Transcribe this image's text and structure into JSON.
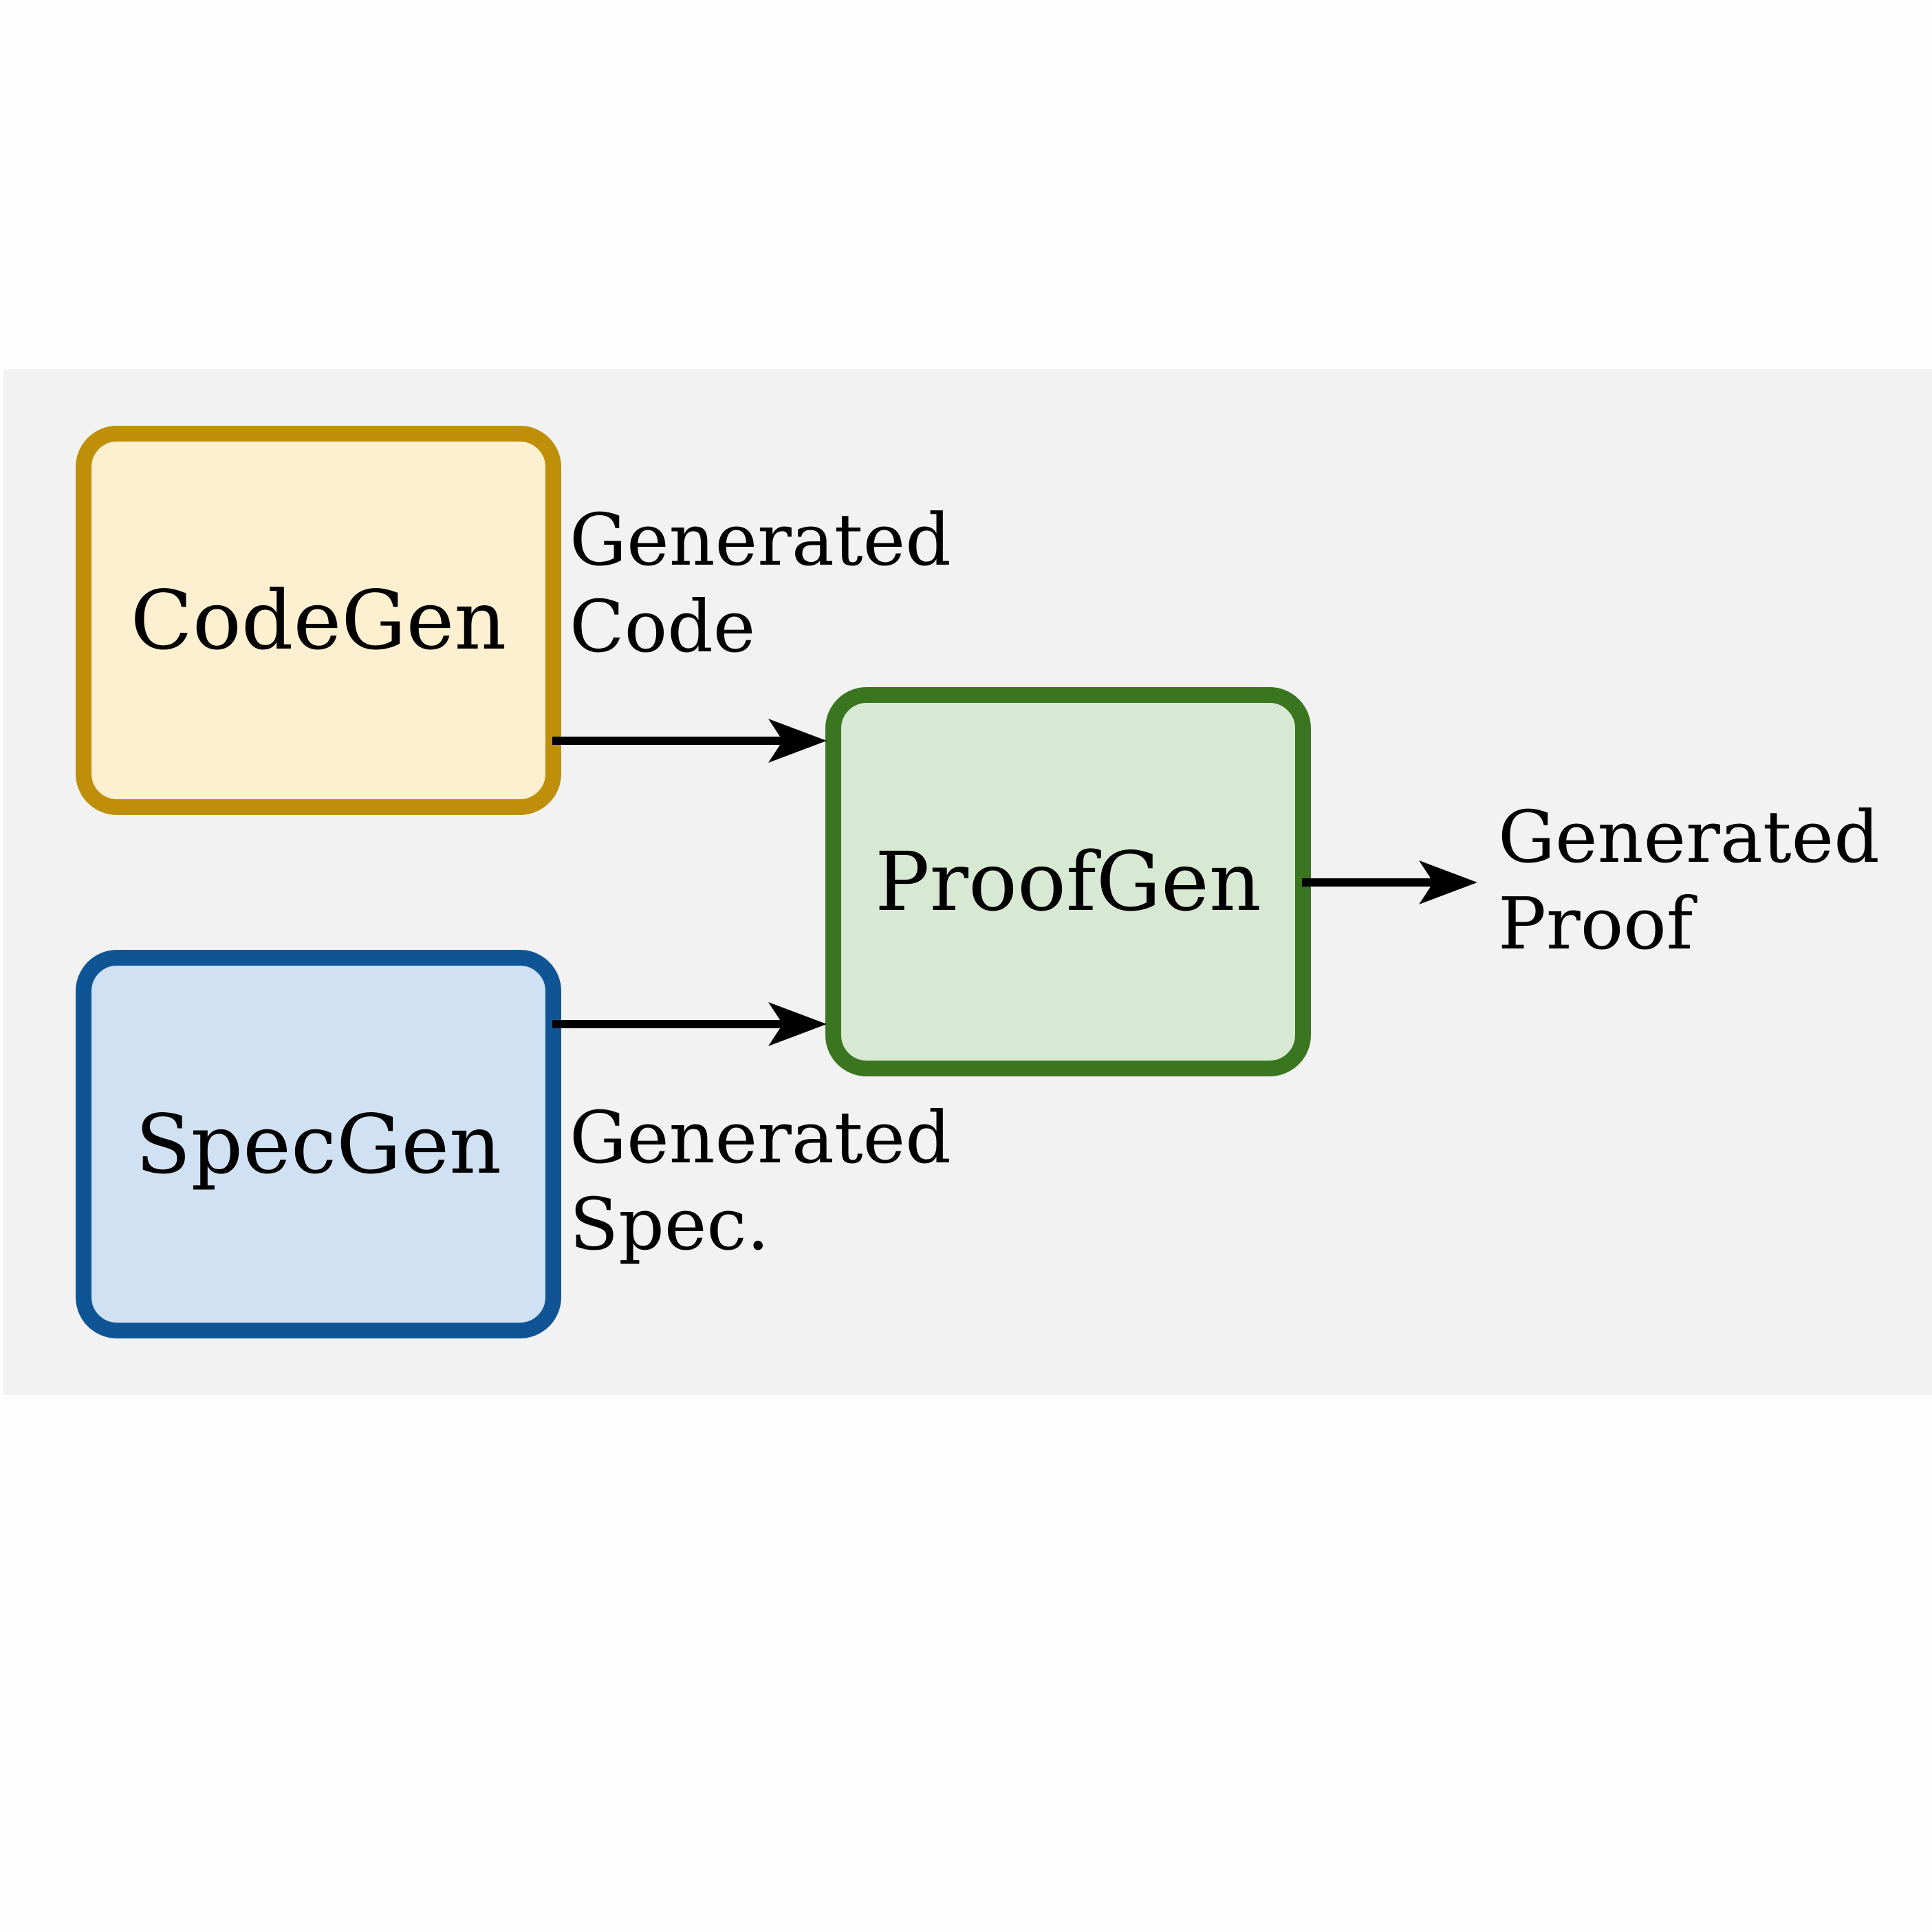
{
  "diagram": {
    "nodes": [
      {
        "id": "codegen",
        "label": "CodeGen",
        "fill": "#fdf0d0",
        "stroke": "#bf8f0a"
      },
      {
        "id": "specgen",
        "label": "SpecGen",
        "fill": "#d0e1f3",
        "stroke": "#0f5596"
      },
      {
        "id": "proofgen",
        "label": "ProofGen",
        "fill": "#d8e9d3",
        "stroke": "#3a7620"
      }
    ],
    "edges": [
      {
        "from": "codegen",
        "to": "proofgen",
        "label_line1": "Generated",
        "label_line2": "Code"
      },
      {
        "from": "specgen",
        "to": "proofgen",
        "label_line1": "Generated",
        "label_line2": "Spec."
      },
      {
        "from": "proofgen",
        "to": "output",
        "label_line1": "Generated",
        "label_line2": "Proof"
      }
    ],
    "panel_color": "#f2f2f2",
    "arrow_color": "#000000"
  }
}
